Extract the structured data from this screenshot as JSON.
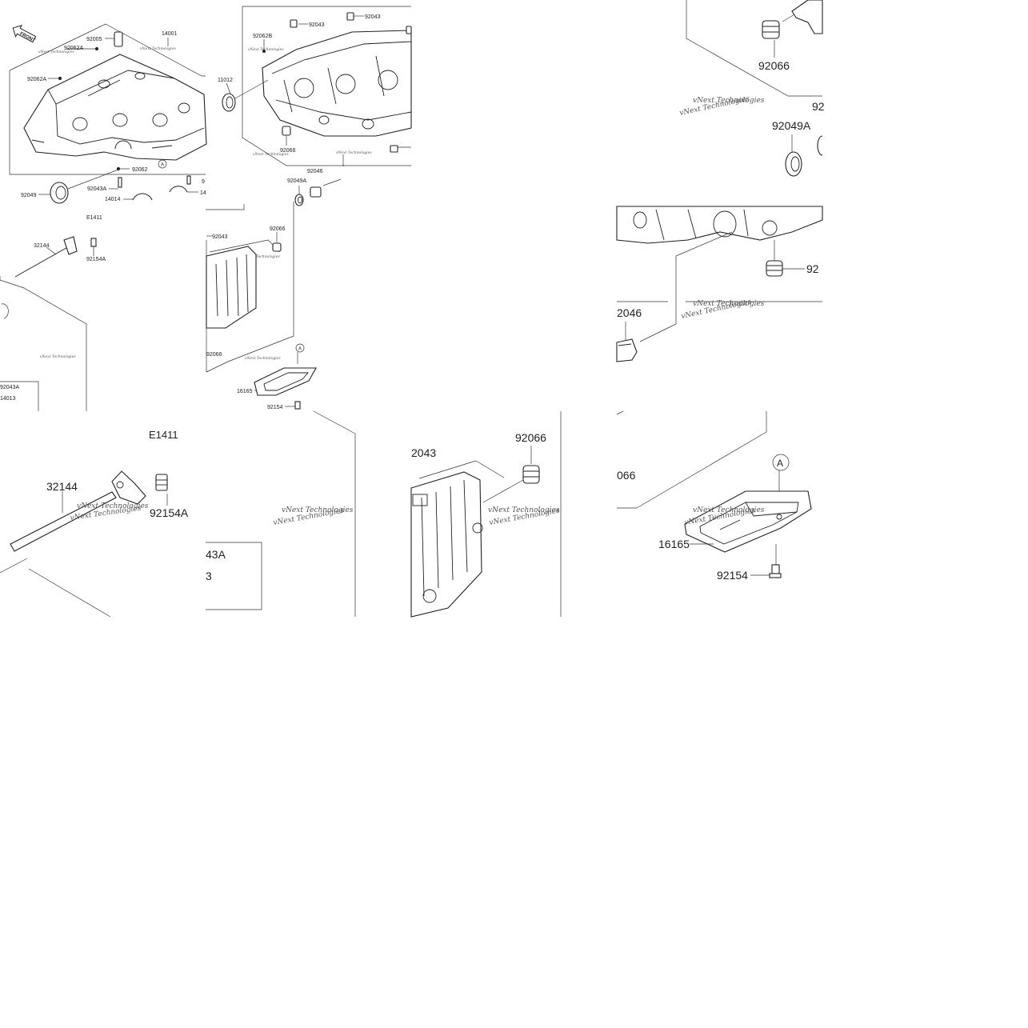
{
  "tiles": {
    "overview": {
      "front_label": "FRONT",
      "labels": {
        "p92005": "92005",
        "p14001": "14001",
        "p92062A_1": "92062A",
        "p92062A_2": "92062A",
        "p92062": "92062",
        "p92043A": "92043A",
        "p14014": "14014",
        "p92049": "92049",
        "pE1411": "E1411",
        "p32144": "32144",
        "p92154A": "92154A",
        "p92043A_box": "92043A",
        "p14013": "14013",
        "p11012": "11012",
        "p92062B": "92062B",
        "p92043_1": "92043",
        "p92043_2": "92043",
        "p92066_1": "92066",
        "p92046": "92046",
        "p92049A": "92049A",
        "p92066_2": "92066",
        "p92043_3": "92043",
        "p92066_3": "92066",
        "p16165": "16165",
        "p92154": "92154",
        "circA_1": "A",
        "circA_2": "A",
        "trunc_14": "14",
        "trunc_9": "9"
      },
      "watermark": "vNext Technologies"
    },
    "zoom_top_right": {
      "labels": {
        "p92066": "92066",
        "p92_trunc": "92",
        "p92049A": "92049A"
      },
      "watermark": "vNext Technologies"
    },
    "zoom_mid_right": {
      "labels": {
        "p92_trunc": "92",
        "p2046": "2046"
      },
      "watermark": "vNext Technologies"
    },
    "zoom_bottom_left": {
      "labels": {
        "pE1411": "E1411",
        "p32144": "32144",
        "p92154A": "92154A"
      },
      "watermark": "vNext Technologies"
    },
    "zoom_bottom_mid": {
      "labels": {
        "p43A": "43A",
        "p3": "3"
      },
      "watermark": "vNext Technologies"
    },
    "zoom_bottom_center": {
      "labels": {
        "p92066": "92066",
        "p2043": "2043"
      },
      "watermark": "vNext Technologies"
    },
    "zoom_bottom_right": {
      "labels": {
        "p066": "066",
        "circA": "A",
        "p16165": "16165",
        "p92154": "92154"
      },
      "watermark": "vNext Technologies"
    }
  }
}
